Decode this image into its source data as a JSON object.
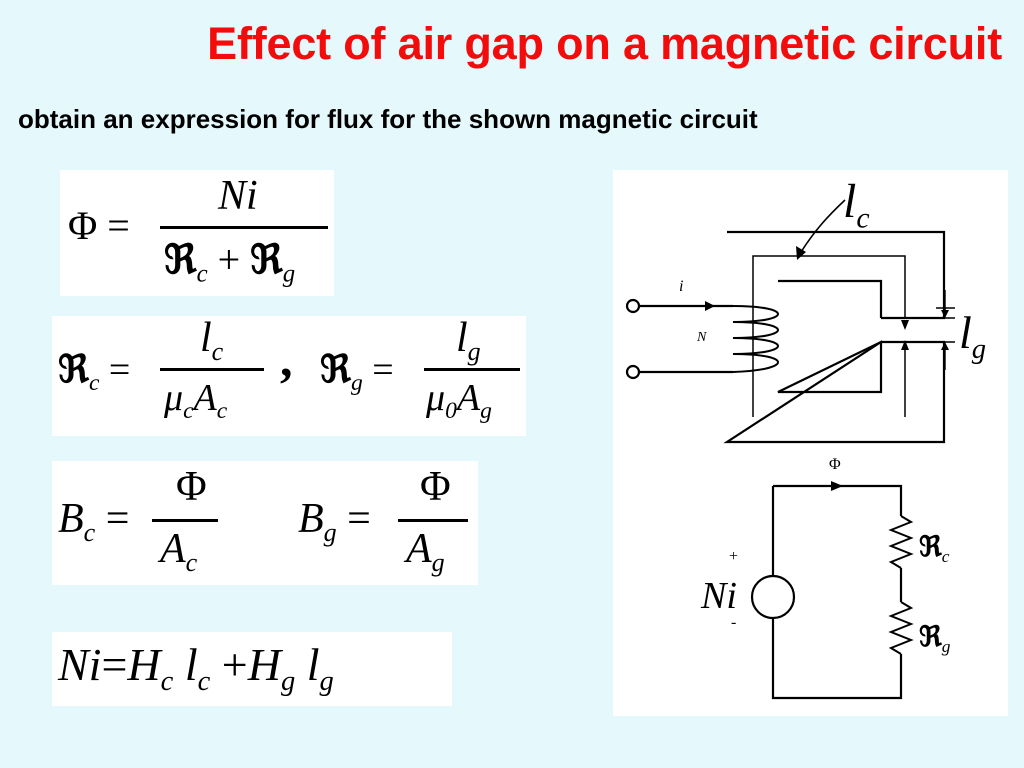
{
  "slide": {
    "title": "Effect of air gap on a magnetic circuit",
    "subtitle": "obtain an expression for flux for the shown magnetic circuit",
    "colors": {
      "background": "#e5f9fd",
      "title": "#f20c0c",
      "panel": "#ffffff"
    }
  },
  "equations": {
    "flux": {
      "lhs": "Φ =",
      "num": "Ni",
      "den_r1": "ℜ",
      "den_c": "c",
      "den_plus": "+",
      "den_r2": "ℜ",
      "den_g": "g"
    },
    "reluctance": {
      "r1": "ℜ",
      "r1_sub": "c",
      "eq1": "=",
      "num1": "l",
      "num1_sub": "c",
      "den1_mu": "μ",
      "den1_mu_sub": "c",
      "den1_a": "A",
      "den1_a_sub": "c",
      "comma": ",",
      "r2": "ℜ",
      "r2_sub": "g",
      "eq2": "=",
      "num2": "l",
      "num2_sub": "g",
      "den2_mu": "μ",
      "den2_mu_sub": "0",
      "den2_a": "A",
      "den2_a_sub": "g"
    },
    "flux_density": {
      "b1": "B",
      "b1_sub": "c",
      "eq1": "=",
      "num1": "Φ",
      "den1": "A",
      "den1_sub": "c",
      "b2": "B",
      "b2_sub": "g",
      "eq2": "=",
      "num2": "Φ",
      "den2": "A",
      "den2_sub": "g"
    },
    "mmf": {
      "ni": "Ni",
      "eq": "=",
      "h1": "H",
      "h1_sub": "c",
      "l1": "l",
      "l1_sub": "c",
      "plus": "+",
      "h2": "H",
      "h2_sub": "g",
      "l2": "l",
      "l2_sub": "g"
    }
  },
  "diagram": {
    "core_length_label": "l",
    "core_length_sub": "c",
    "gap_length_label": "l",
    "gap_length_sub": "g",
    "current_label": "i",
    "turns_label": "N",
    "flux_label": "Φ",
    "source_label": "Ni",
    "source_plus": "+",
    "source_minus": "-",
    "r_core": "ℜ",
    "r_core_sub": "c",
    "r_gap": "ℜ",
    "r_gap_sub": "g"
  }
}
